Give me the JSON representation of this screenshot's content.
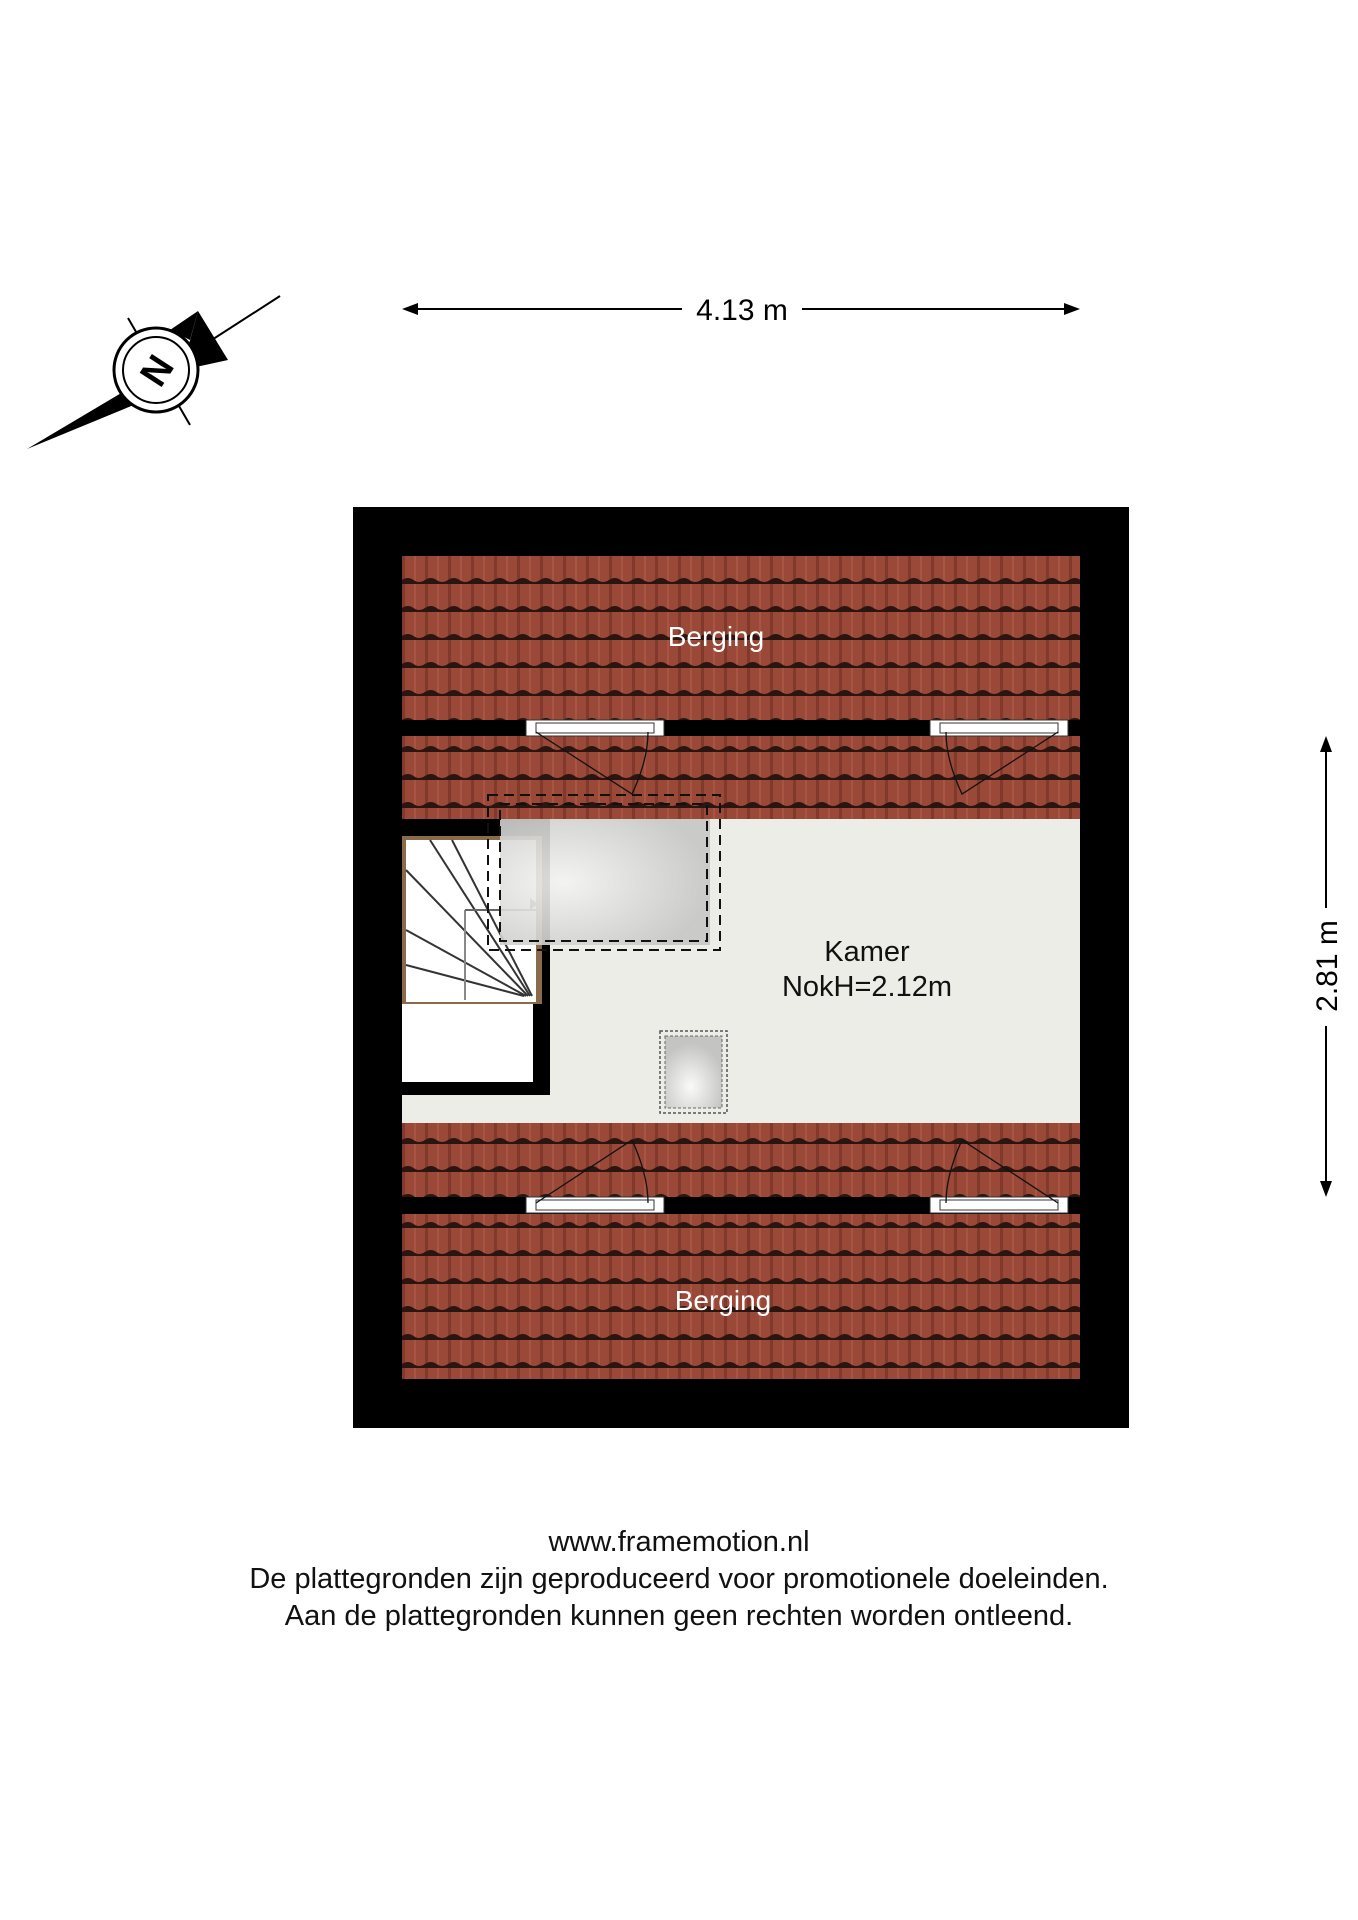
{
  "floorplan": {
    "dimensions": {
      "width": "4.13 m",
      "depth": "2.81 m"
    },
    "compass": {
      "label": "N",
      "icon": "north-arrow-icon"
    },
    "rooms": [
      {
        "name": "Berging"
      },
      {
        "name": "Kamer",
        "detail": "NokH=2.12m"
      },
      {
        "name": "Berging"
      }
    ]
  },
  "colors": {
    "wall": "#000000",
    "roof_tile": "#9a4838",
    "floor": "#ededE8"
  },
  "footer": {
    "url": "www.framemotion.nl",
    "line1": "De plattegronden zijn geproduceerd voor promotionele doeleinden.",
    "line2": "Aan de plattegronden kunnen geen rechten worden ontleend."
  }
}
